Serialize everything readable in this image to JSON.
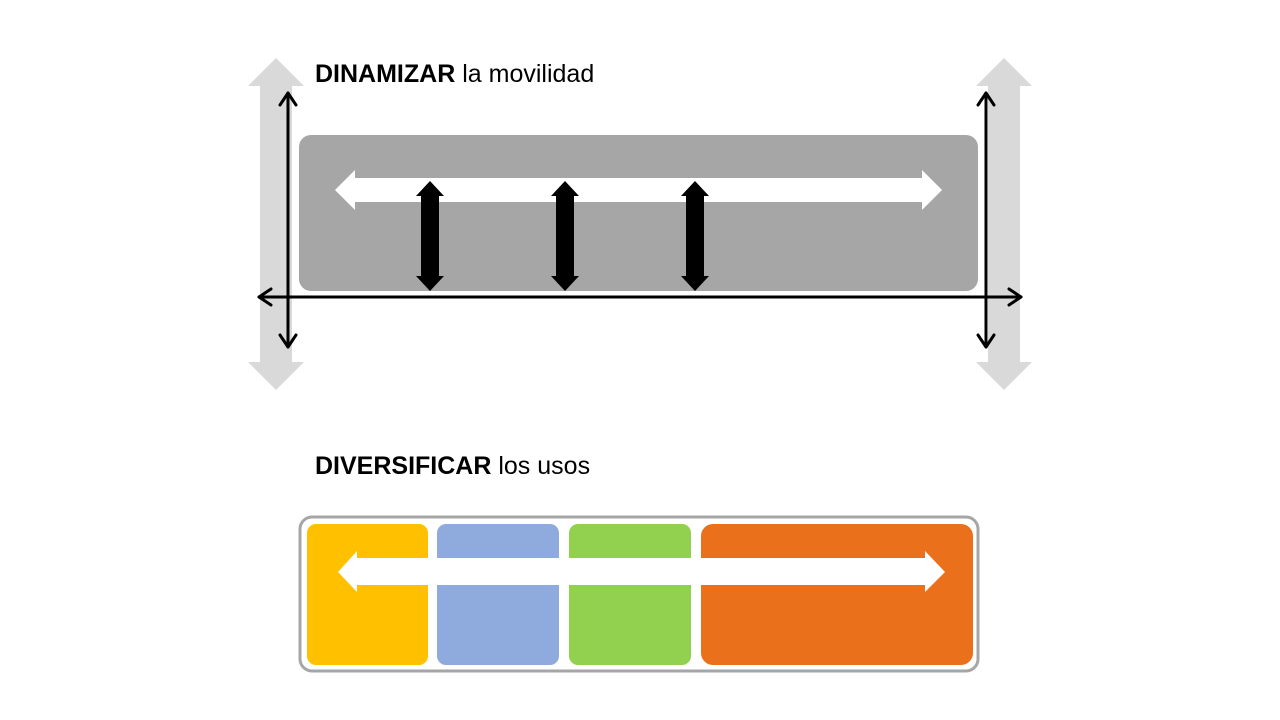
{
  "section_mobility": {
    "title_bold": "DINAMIZAR",
    "title_rest": " la movilidad",
    "band_color": "#a6a6a6",
    "side_arrow_color": "#d9d9d9"
  },
  "section_uses": {
    "title_bold": "DIVERSIFICAR",
    "title_rest": " los usos",
    "frame_color": "#a6a6a6",
    "blocks": [
      {
        "color": "#ffc000"
      },
      {
        "color": "#8faadc"
      },
      {
        "color": "#92d050"
      },
      {
        "color": "#eb701c"
      }
    ]
  }
}
